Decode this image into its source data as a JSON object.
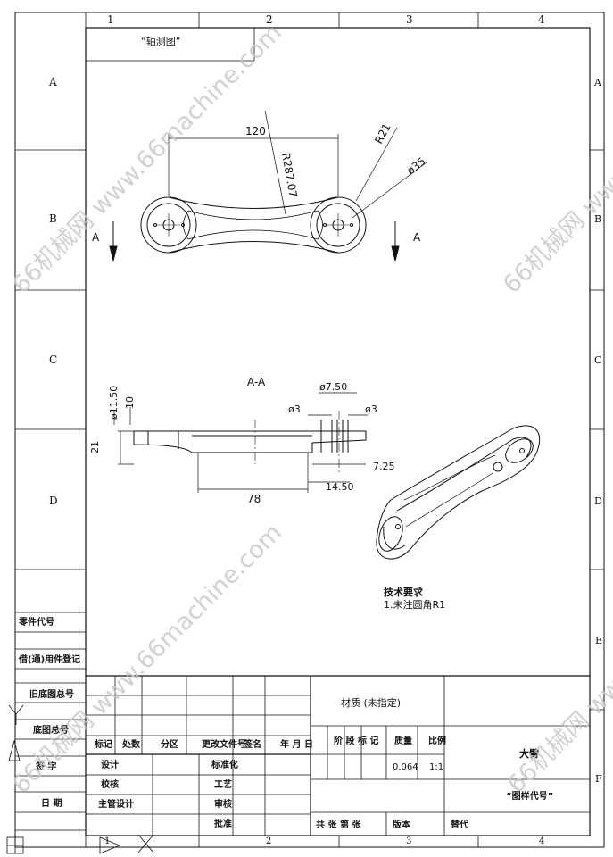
{
  "drawing": {
    "label": "“轴测图”",
    "section_label": "A-A",
    "section_marker": "A",
    "dims": {
      "width_120": "120",
      "r287": "R287.07",
      "r21": "R21",
      "dia35": "ø35",
      "dia11_5": "ø11.50",
      "d10": "10",
      "d21": "21",
      "dia7_5": "ø7.50",
      "dia3_left": "ø3",
      "dia3_right": "ø3",
      "d7_25": "7.25",
      "d14_5": "14.50",
      "d78": "78"
    },
    "tech_req_title": "技术要求",
    "tech_req_1": "1.未注圆角R1"
  },
  "border": {
    "cols": [
      "1",
      "2",
      "3",
      "4"
    ],
    "rows": [
      "A",
      "B",
      "C",
      "D",
      "E",
      "F"
    ]
  },
  "left_strip": {
    "part_code": "零件代号",
    "borrow_reg": "借(通)用件登记",
    "old_base": "旧底图总号",
    "base_no": "底图总号",
    "sign": "签 字",
    "date": "日 期"
  },
  "title_block": {
    "material": "材质 (未指定)",
    "h_mark": "标记",
    "h_count": "处数",
    "h_zone": "分区",
    "h_doc": "更改文件号",
    "h_sign": "签名",
    "h_date": "年 月 日",
    "stage": "阶 段 标 记",
    "mass_label": "质量",
    "scale_label": "比例",
    "mass": "0.064",
    "scale": "1:1",
    "design": "设计",
    "check": "校核",
    "main_design": "主管设计",
    "standard": "标准化",
    "process": "工艺",
    "review": "审核",
    "approve": "批准",
    "sheets": "共   张    第   张",
    "version": "版本",
    "replace": "替代",
    "name": "大臂",
    "drawing_no": "“图样代号”"
  },
  "watermark": "66机械网  www.66machine.com"
}
